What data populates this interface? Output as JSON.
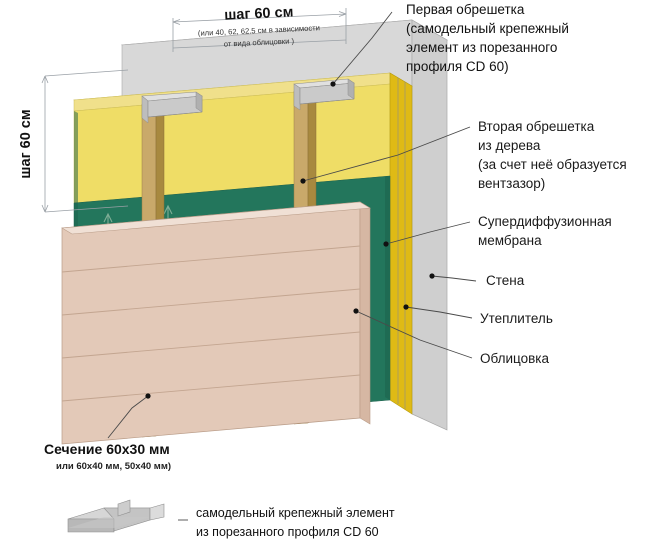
{
  "diagram": {
    "title_hidden": "Ventilated facade wall assembly cross-section",
    "dimensions": {
      "top_step_label": "шаг 60 см",
      "top_step_sub_line1": "(или 40, 62, 62.5 см в зависимости",
      "top_step_sub_line2": "от вида облицовки )",
      "left_step_label": "шаг 60 см"
    },
    "callouts": [
      {
        "id": "first-lathing",
        "lines": [
          "Первая обрешетка",
          "(самодельный крепежный",
          "элемент из порезанного",
          "профиля CD 60)"
        ]
      },
      {
        "id": "second-lathing",
        "lines": [
          "Вторая обрешетка",
          "из дерева",
          "(за счет неё образуется",
          "вентзазор)"
        ]
      },
      {
        "id": "membrane",
        "lines": [
          "Супердиффузионная",
          "мембрана"
        ]
      },
      {
        "id": "wall",
        "lines": [
          "Стена"
        ]
      },
      {
        "id": "insulation",
        "lines": [
          "Утеплитель"
        ]
      },
      {
        "id": "cladding",
        "lines": [
          "Облицовка"
        ]
      }
    ],
    "section_note": {
      "line1": "Сечение 60х30 мм",
      "line2": "или 60х40 мм, 50х40 мм)"
    },
    "legend": {
      "icon_name": "cd60-bracket-icon",
      "line1": "самодельный крепежный элемент",
      "line2": "из порезанного профиля  CD 60"
    },
    "colors": {
      "wall_gray": "#cfcfcf",
      "wall_gray_top": "#e2e2e2",
      "wall_gray_side": "#b9b9b9",
      "insulation_yellow": "#efdd66",
      "insulation_yellow_top": "#f4e89a",
      "insulation_gold_side": "#dfba15",
      "insulation_gold_dark": "#c9a70f",
      "membrane_green": "#23765c",
      "membrane_green_dark": "#1c614c",
      "batten_wood": "#c9a96a",
      "batten_wood_dark": "#a8893f",
      "cladding_beige": "#e3c9b8",
      "cladding_beige_edge": "#d6b7a3",
      "bracket_gray": "#c6c6c6",
      "airflow_arrow": "#7fae96",
      "leader_line": "#4a4a4a",
      "text": "#111111"
    }
  }
}
